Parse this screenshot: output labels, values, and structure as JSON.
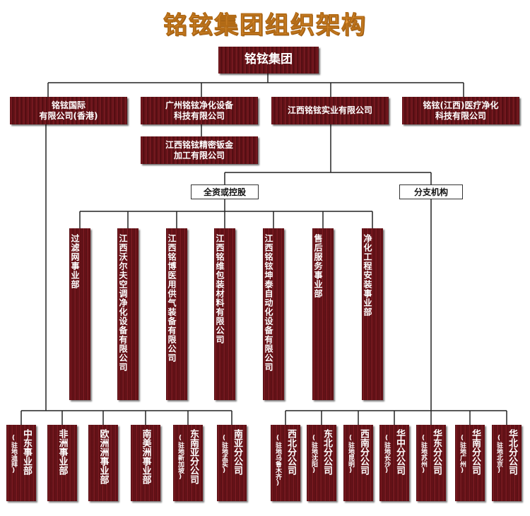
{
  "title": "铭铉集团组织架构",
  "root": "铭铉集团",
  "level2": [
    {
      "line1": "铭铉国际",
      "line2": "有限公司(香港)"
    },
    {
      "line1": "广州铭铉净化设备",
      "line2": "科技有限公司"
    },
    {
      "line1": "江西铭铉实业有限公司",
      "line2": ""
    },
    {
      "line1": "铭铉(江西)医疗净化",
      "line2": "科技有限公司"
    }
  ],
  "sub_company": {
    "line1": "江西铭铉精密钣金",
    "line2": "加工有限公司"
  },
  "groups": {
    "holding": "全资或控股",
    "branch": "分支机构"
  },
  "divisions": [
    "过滤网事业部",
    "江西沃尔夫空调净化设备有限公司",
    "江西铭博医用供气装备有限公司",
    "江西铭维包装材料有限公司",
    "江西铭铉坤泰自动化设备有限公司",
    "售后服务事业部",
    "净化工程安装事业部"
  ],
  "overseas": [
    {
      "name": "中东事业部",
      "note": "(驻地迪拜)"
    },
    {
      "name": "非洲事业部",
      "note": ""
    },
    {
      "name": "欧洲洲事业部",
      "note": ""
    },
    {
      "name": "南美洲事业部",
      "note": ""
    },
    {
      "name": "东南亚分公司",
      "note": "(驻地新加坡)"
    },
    {
      "name": "南亚分公司",
      "note": "(驻地孟买)"
    }
  ],
  "branches": [
    {
      "name": "西北分公司",
      "note": "(驻地乌鲁木齐)"
    },
    {
      "name": "东北分公司",
      "note": "(驻地沈阳)"
    },
    {
      "name": "西南分公司",
      "note": "(驻地昆明)"
    },
    {
      "name": "华中分公司",
      "note": "(驻地长沙)"
    },
    {
      "name": "华东分公司",
      "note": "(驻地苏州)"
    },
    {
      "name": "华南分公司",
      "note": "(驻地广州)"
    },
    {
      "name": "华北分公司",
      "note": "(驻地北京)"
    }
  ]
}
